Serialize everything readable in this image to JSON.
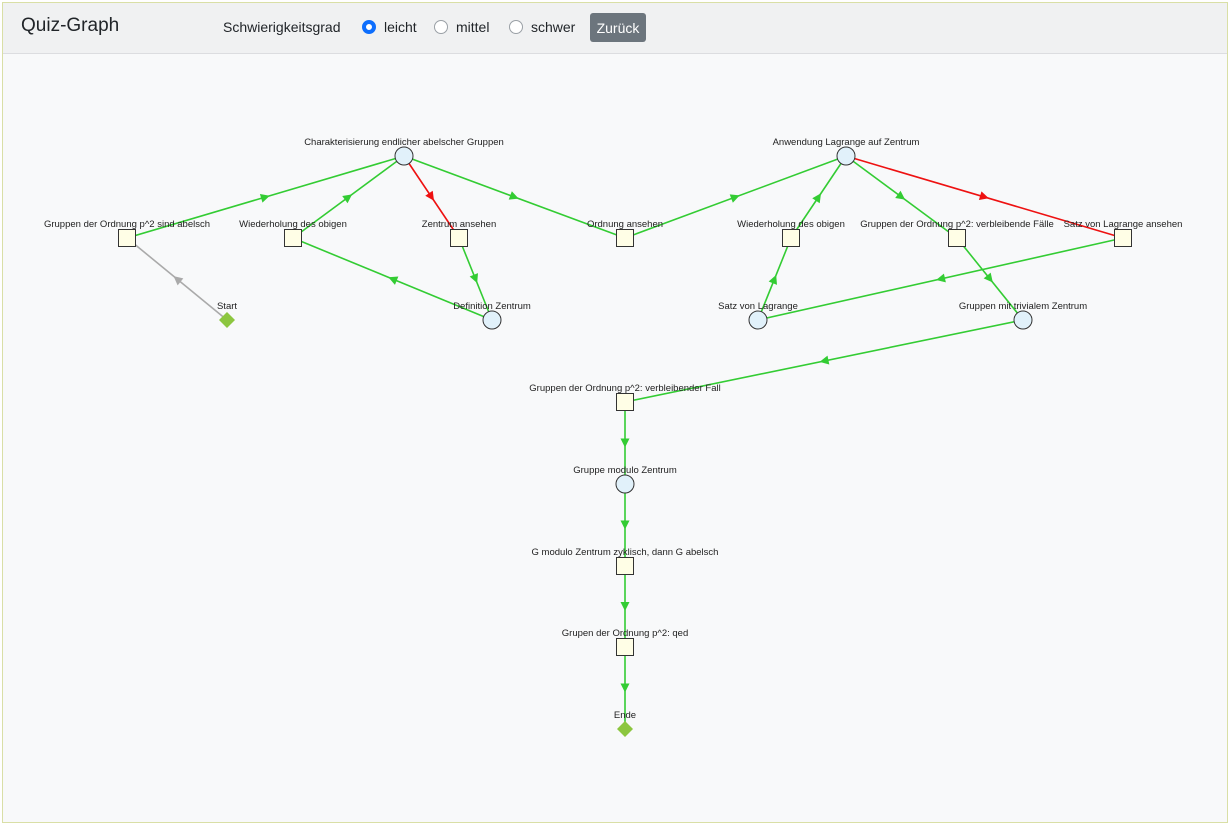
{
  "header": {
    "title": "Quiz-Graph",
    "difficulty_label": "Schwierigkeitsgrad",
    "options": [
      {
        "label": "leicht",
        "selected": true
      },
      {
        "label": "mittel",
        "selected": false
      },
      {
        "label": "schwer",
        "selected": false
      }
    ],
    "back_label": "Zurück"
  },
  "graph": {
    "nodes": [
      {
        "id": "start",
        "kind": "diamond",
        "label": "Start"
      },
      {
        "id": "p2abel",
        "kind": "square",
        "label": "Gruppen der Ordnung p^2 sind abelsch"
      },
      {
        "id": "charab",
        "kind": "circle",
        "label": "Charakterisierung endlicher abelscher Gruppen"
      },
      {
        "id": "wied1",
        "kind": "square",
        "label": "Wiederholung des obigen"
      },
      {
        "id": "zentans",
        "kind": "square",
        "label": "Zentrum ansehen"
      },
      {
        "id": "defz",
        "kind": "circle",
        "label": "Definition Zentrum"
      },
      {
        "id": "ordans",
        "kind": "square",
        "label": "Ordnung ansehen"
      },
      {
        "id": "anwlag",
        "kind": "circle",
        "label": "Anwendung Lagrange auf Zentrum"
      },
      {
        "id": "wied2",
        "kind": "square",
        "label": "Wiederholung des obigen"
      },
      {
        "id": "p2faelle",
        "kind": "square",
        "label": "Gruppen der Ordnung p^2: verbleibende Fälle"
      },
      {
        "id": "lagans",
        "kind": "square",
        "label": "Satz von Lagrange ansehen"
      },
      {
        "id": "satzlag",
        "kind": "circle",
        "label": "Satz von Lagrange"
      },
      {
        "id": "trivz",
        "kind": "circle",
        "label": "Gruppen mit trivialem Zentrum"
      },
      {
        "id": "p2fall",
        "kind": "square",
        "label": "Gruppen der Ordnung p^2: verbleibender Fall"
      },
      {
        "id": "gmodz",
        "kind": "circle",
        "label": "Gruppe modulo Zentrum"
      },
      {
        "id": "gzykl",
        "kind": "square",
        "label": "G modulo Zentrum zyklisch, dann G abelsch"
      },
      {
        "id": "qed",
        "kind": "square",
        "label": "Grupen der Ordnung p^2: qed"
      },
      {
        "id": "ende",
        "kind": "diamond",
        "label": "Ende"
      }
    ],
    "edges": [
      {
        "from": "start",
        "to": "p2abel",
        "color": "gray"
      },
      {
        "from": "p2abel",
        "to": "charab",
        "color": "green"
      },
      {
        "from": "charab",
        "to": "wied1",
        "color": "green",
        "reverse": true
      },
      {
        "from": "wied1",
        "to": "defz",
        "color": "green",
        "reverse": true
      },
      {
        "from": "charab",
        "to": "zentans",
        "color": "red"
      },
      {
        "from": "zentans",
        "to": "defz",
        "color": "green"
      },
      {
        "from": "charab",
        "to": "ordans",
        "color": "green"
      },
      {
        "from": "ordans",
        "to": "anwlag",
        "color": "green"
      },
      {
        "from": "anwlag",
        "to": "wied2",
        "color": "green",
        "reverse": true
      },
      {
        "from": "wied2",
        "to": "satzlag",
        "color": "green",
        "reverse": true
      },
      {
        "from": "anwlag",
        "to": "p2faelle",
        "color": "green"
      },
      {
        "from": "anwlag",
        "to": "lagans",
        "color": "red"
      },
      {
        "from": "lagans",
        "to": "satzlag",
        "color": "green"
      },
      {
        "from": "p2faelle",
        "to": "trivz",
        "color": "green"
      },
      {
        "from": "trivz",
        "to": "p2fall",
        "color": "green"
      },
      {
        "from": "p2fall",
        "to": "gmodz",
        "color": "green"
      },
      {
        "from": "gmodz",
        "to": "gzykl",
        "color": "green"
      },
      {
        "from": "gzykl",
        "to": "qed",
        "color": "green"
      },
      {
        "from": "qed",
        "to": "ende",
        "color": "green"
      }
    ]
  },
  "colors": {
    "green": "#33cc33",
    "red": "#ee1111",
    "gray": "#aaaaaa",
    "square_fill": "#fffee6",
    "circle_fill": "#e1f1fa",
    "diamond_fill": "#8cc63f"
  }
}
